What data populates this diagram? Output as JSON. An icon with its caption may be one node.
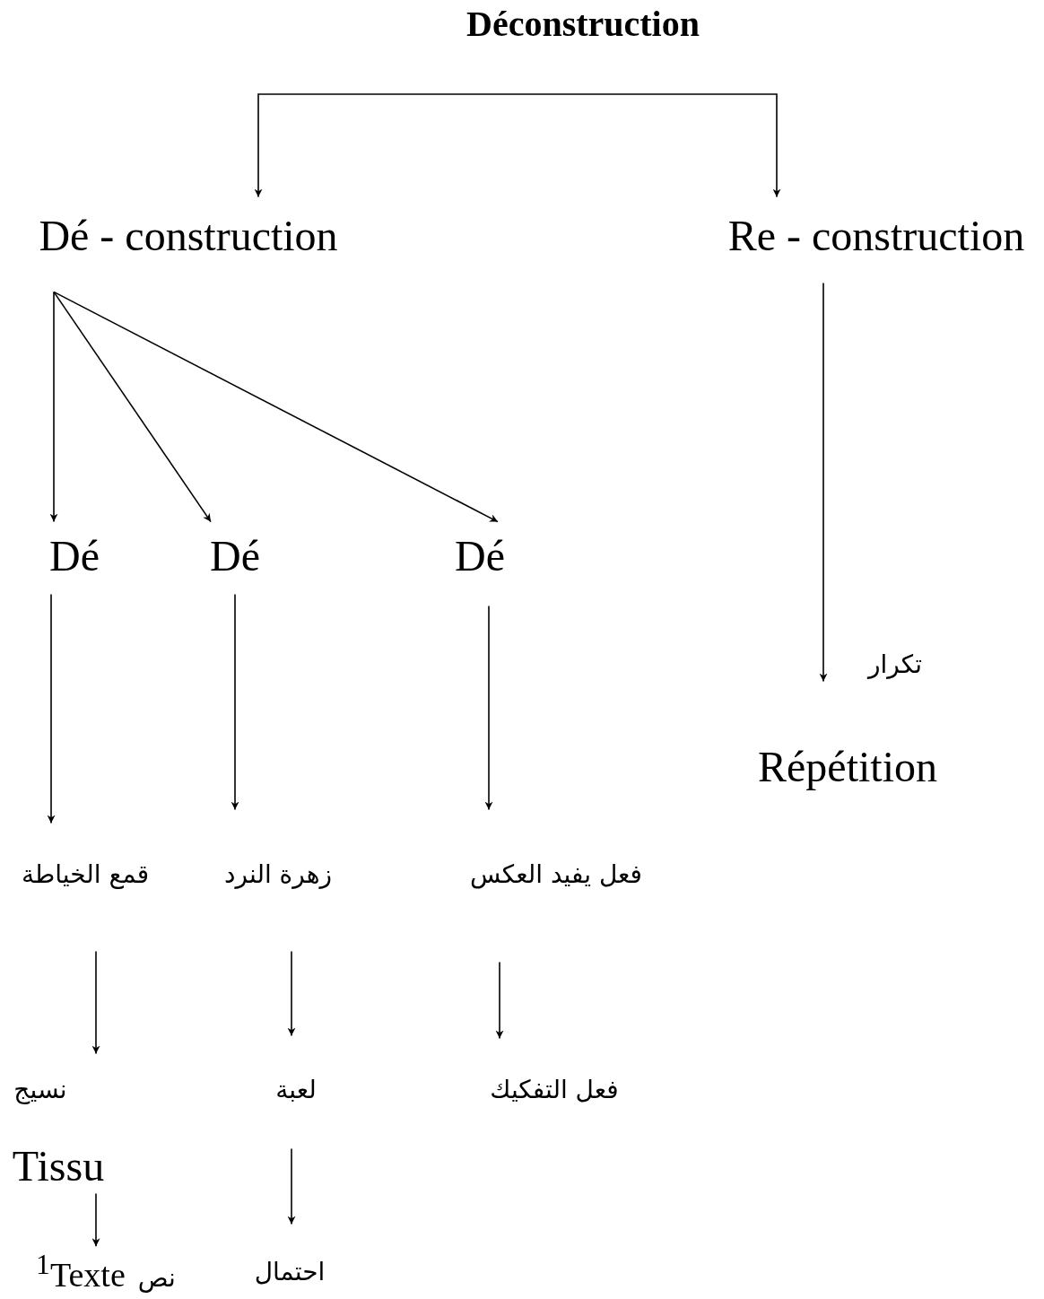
{
  "diagram": {
    "nodes": [
      {
        "text": [
          "Déconstruction"
        ]
      },
      {
        "text": [
          "Dé - construction"
        ]
      },
      {
        "text": [
          "Re - construction"
        ]
      },
      {
        "text": [
          "Dé"
        ]
      },
      {
        "text": [
          "Dé"
        ]
      },
      {
        "text": [
          "Dé"
        ]
      },
      {
        "text": [
          "قمع الخياطة"
        ]
      },
      {
        "text": [
          "زهرة النرد"
        ]
      },
      {
        "text": [
          "فعل يفيد العكس"
        ]
      },
      {
        "text": [
          "نسيج"
        ]
      },
      {
        "text": [
          "Tissu"
        ]
      },
      {
        "text": [
          "نص",
          "$^{1}$Texte"
        ]
      },
      {
        "text": [
          "لعبة"
        ]
      },
      {
        "text": [
          "احتمال"
        ]
      },
      {
        "text": [
          "فعل التفكيك"
        ]
      },
      {
        "text": [
          "Répétition"
        ]
      }
    ],
    "edges": [
      {
        "from": 0,
        "to": 1,
        "arrow": "to"
      },
      {
        "from": 0,
        "to": 2,
        "arrow": "to"
      },
      {
        "from": 1,
        "to": 3,
        "arrow": "to"
      },
      {
        "from": 1,
        "to": 4,
        "arrow": "to"
      },
      {
        "from": 1,
        "to": 5,
        "arrow": "to"
      },
      {
        "from": 3,
        "to": 6,
        "arrow": "to"
      },
      {
        "from": 4,
        "to": 7,
        "arrow": "to"
      },
      {
        "from": 5,
        "to": 8,
        "arrow": "to"
      },
      {
        "from": 6,
        "to": 9,
        "arrow": "to"
      },
      {
        "from": 7,
        "to": 12,
        "arrow": "to"
      },
      {
        "from": 8,
        "to": 14,
        "arrow": "to"
      },
      {
        "from": 10,
        "to": 11,
        "arrow": "to"
      },
      {
        "from": 12,
        "to": 13,
        "arrow": "to"
      },
      {
        "from": 2,
        "to": 15,
        "arrow": "to",
        "label": "تكرار"
      }
    ]
  }
}
